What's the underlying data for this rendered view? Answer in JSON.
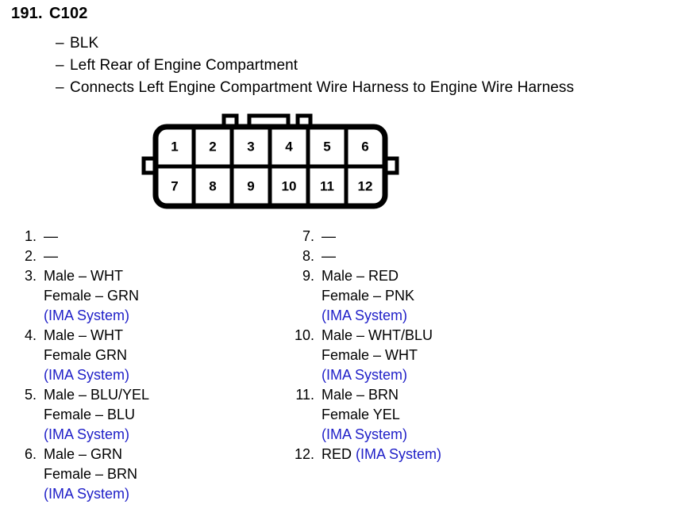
{
  "header": {
    "item_number": "191.",
    "connector_code": "C102",
    "bullets": [
      {
        "dash": "–",
        "text": "BLK"
      },
      {
        "dash": "–",
        "text": "Left Rear of Engine Compartment"
      },
      {
        "dash": "–",
        "text": "Connects Left Engine Compartment Wire Harness to Engine Wire Harness"
      }
    ]
  },
  "connector": {
    "name": "12-pin-connector-diagram",
    "rows": 2,
    "columns": 6,
    "top_row_pins": [
      "1",
      "2",
      "3",
      "4",
      "5",
      "6"
    ],
    "bottom_row_pins": [
      "7",
      "8",
      "9",
      "10",
      "11",
      "12"
    ],
    "tabs": {
      "top": [
        "small-tab-left",
        "wide-tab-center",
        "small-tab-right"
      ],
      "side": [
        "left-side-tab",
        "right-side-tab"
      ]
    },
    "stroke_color": "#000000",
    "fill_color": "#ffffff"
  },
  "note_color": "#2020c8",
  "pins": {
    "left_column": [
      {
        "index": "1.",
        "lines": [
          {
            "text": "—",
            "note": false
          }
        ]
      },
      {
        "index": "2.",
        "lines": [
          {
            "text": "—",
            "note": false
          }
        ]
      },
      {
        "index": "3.",
        "lines": [
          {
            "text": "Male – WHT",
            "note": false
          },
          {
            "text": "Female – GRN",
            "note": false
          },
          {
            "text": "(IMA System)",
            "note": true
          }
        ]
      },
      {
        "index": "4.",
        "lines": [
          {
            "text": "Male – WHT",
            "note": false
          },
          {
            "text": "Female GRN",
            "note": false
          },
          {
            "text": "(IMA System)",
            "note": true
          }
        ]
      },
      {
        "index": "5.",
        "lines": [
          {
            "text": "Male – BLU/YEL",
            "note": false
          },
          {
            "text": "Female – BLU",
            "note": false
          },
          {
            "text": "(IMA System)",
            "note": true
          }
        ]
      },
      {
        "index": "6.",
        "lines": [
          {
            "text": "Male – GRN",
            "note": false
          },
          {
            "text": "Female – BRN",
            "note": false
          },
          {
            "text": "(IMA System)",
            "note": true
          }
        ]
      }
    ],
    "right_column": [
      {
        "index": "7.",
        "lines": [
          {
            "text": "—",
            "note": false
          }
        ]
      },
      {
        "index": "8.",
        "lines": [
          {
            "text": "—",
            "note": false
          }
        ]
      },
      {
        "index": "9.",
        "lines": [
          {
            "text": "Male – RED",
            "note": false
          },
          {
            "text": "Female – PNK",
            "note": false
          },
          {
            "text": "(IMA System)",
            "note": true
          }
        ]
      },
      {
        "index": "10.",
        "lines": [
          {
            "text": "Male – WHT/BLU",
            "note": false
          },
          {
            "text": "Female – WHT",
            "note": false
          },
          {
            "text": "(IMA System)",
            "note": true
          }
        ]
      },
      {
        "index": "11.",
        "lines": [
          {
            "text": "Male – BRN",
            "note": false
          },
          {
            "text": "Female YEL",
            "note": false
          },
          {
            "text": "(IMA System)",
            "note": true
          }
        ]
      },
      {
        "index": "12.",
        "lines": [
          {
            "text": "RED ",
            "note": false,
            "suffix": "(IMA System)",
            "suffix_note": true
          }
        ]
      }
    ]
  }
}
